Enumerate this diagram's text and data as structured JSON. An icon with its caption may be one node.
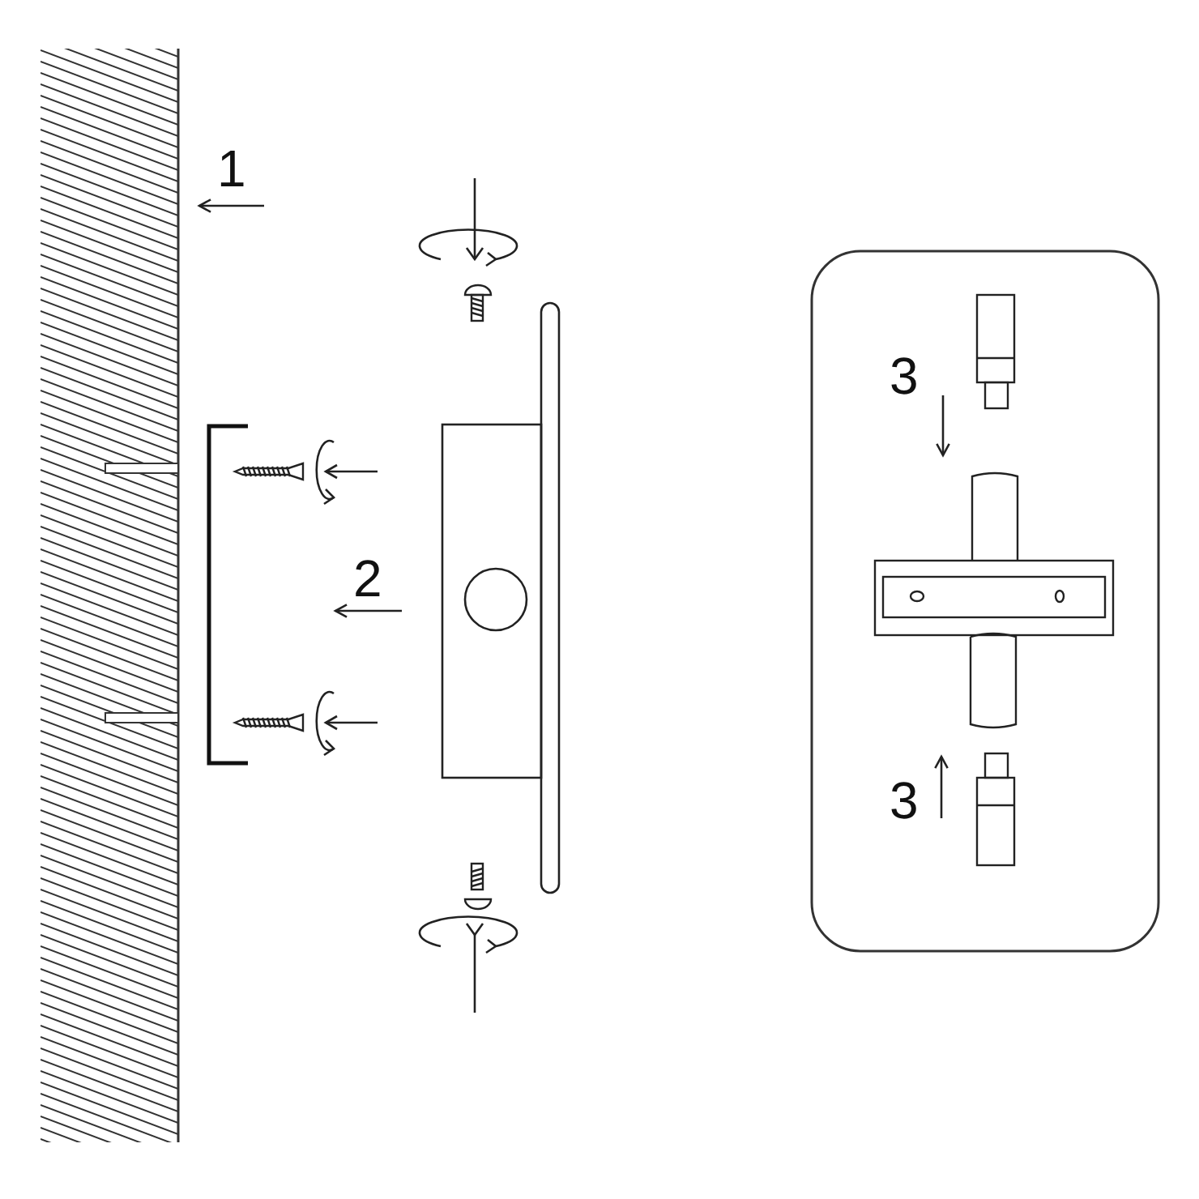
{
  "diagram": {
    "labels": [
      "1",
      "2",
      "3",
      "3"
    ]
  }
}
